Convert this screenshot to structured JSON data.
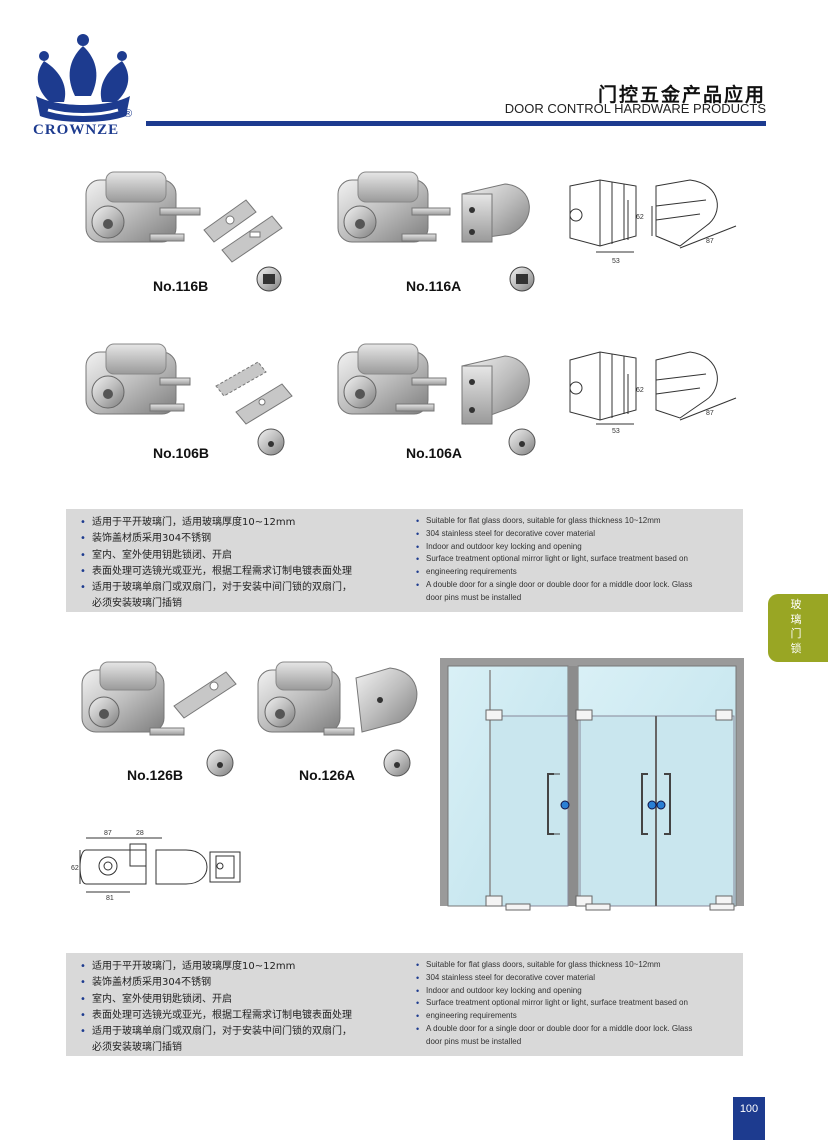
{
  "brand": {
    "name": "CROWNZE",
    "registered": "®"
  },
  "header": {
    "title_cn": "门控五金产品应用",
    "title_en": "DOOR CONTROL HARDWARE PRODUCTS"
  },
  "products": {
    "p116b": "No.116B",
    "p116a": "No.116A",
    "p106b": "No.106B",
    "p106a": "No.106A",
    "p126b": "No.126B",
    "p126a": "No.126A"
  },
  "dimensions": {
    "d116_height": "62",
    "d116_width": "53",
    "d116_depth": "87",
    "d106_height": "62",
    "d106_width": "53",
    "d106_depth": "87",
    "d126_width": "87",
    "d126_side": "28",
    "d126_height": "62",
    "d126_bottom": "81"
  },
  "spec_block_1": {
    "cn": [
      "适用于平开玻璃门，适用玻璃厚度10~12mm",
      "装饰盖材质采用304不锈钢",
      "室内、室外使用钥匙锁闭、开启",
      "表面处理可选镜光或亚光，根据工程需求订制电镀表面处理",
      "适用于玻璃单扇门或双扇门，对于安装中间门锁的双扇门，",
      "必须安装玻璃门插销"
    ],
    "en": [
      "Suitable for flat glass doors, suitable for glass thickness 10~12mm",
      "304 stainless steel for decorative cover material",
      "Indoor and outdoor key locking and opening",
      "Surface treatment optional mirror light or light, surface treatment based on",
      "engineering requirements",
      "A double door for a single door or double door for a middle door lock. Glass",
      "door pins must be installed"
    ]
  },
  "spec_block_2": {
    "cn": [
      "适用于平开玻璃门，适用玻璃厚度10~12mm",
      "装饰盖材质采用304不锈钢",
      "室内、室外使用钥匙锁闭、开启",
      "表面处理可选镜光或亚光，根据工程需求订制电镀表面处理",
      "适用于玻璃单扇门或双扇门，对于安装中间门锁的双扇门，",
      "必须安装玻璃门插销"
    ],
    "en": [
      "Suitable for flat glass doors, suitable for glass thickness 10~12mm",
      "304 stainless steel for decorative cover material",
      "Indoor and outdoor key locking and opening",
      "Surface treatment optional mirror light or light, surface treatment based on",
      "engineering requirements",
      "A double door for a single door or double door for a middle door lock. Glass",
      "door pins must be installed"
    ]
  },
  "side_tab": {
    "line1": "玻",
    "line2": "璃",
    "line3": "门",
    "line4": "锁"
  },
  "page_number": "100",
  "colors": {
    "brand_blue": "#1d3b8f",
    "side_tab_green": "#99a624",
    "panel_grey": "#d9d9d9",
    "glass_blue": "#cfe9f1"
  }
}
